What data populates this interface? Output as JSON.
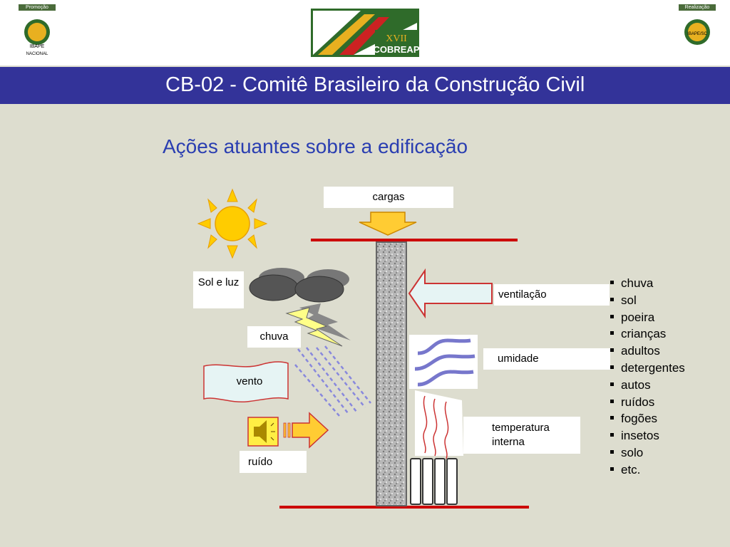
{
  "header": {
    "left_badge_label": "Promoção",
    "left_badge_org": "IBAPE",
    "left_badge_sub": "NACIONAL",
    "right_badge_label": "Realização",
    "right_badge_org": "IBAPE/SC",
    "center_logo_numeral": "XVII",
    "center_logo_name": "COBREAP"
  },
  "title": "CB-02 - Comitê Brasileiro da Construção Civil",
  "subtitle": "Ações atuantes sobre a edificação",
  "labels": {
    "cargas": "cargas",
    "sol": "Sol e luz",
    "chuva": "chuva",
    "vento": "vento",
    "ruido": "ruído",
    "ventilacao": "ventilação",
    "umidade": "umidade",
    "temperatura": "temperatura interna"
  },
  "bullets": [
    "chuva",
    "sol",
    "poeira",
    "crianças",
    "adultos",
    "detergentes",
    "autos",
    "ruídos",
    "fogões",
    "insetos",
    "solo",
    "etc."
  ],
  "colors": {
    "title_bar": "#333399",
    "subtitle": "#2a3eb1",
    "sun": "#ffcc00",
    "arrow": "#ffcc33",
    "floor_line": "#cc0000",
    "rain": "#8888dd",
    "humidity": "#7777cc"
  }
}
